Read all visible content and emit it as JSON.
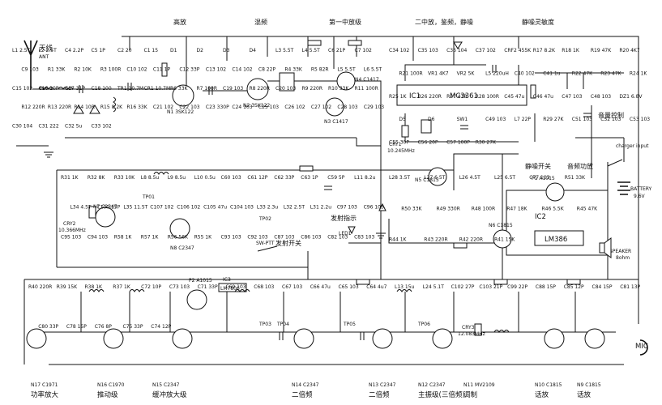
{
  "section_labels": {
    "high_freq": "高放",
    "mixer": "混频",
    "first_if": "第一中放级",
    "second_if": "二中放，鉴频，静噪",
    "squelch_sens": "静噪灵敏度",
    "antenna": "天线",
    "antenna_en": "ANT",
    "volume": "音量控制",
    "charger": "charger input",
    "squelch_switch": "静噪开关",
    "audio_amp": "音频功放",
    "battery": "BATTERY",
    "battery_v": "9.6V",
    "speaker": "SPEAKER",
    "speaker_ohm": "8ohm",
    "tx_indicator": "发射指示",
    "tx_switch": "发射开关",
    "sw_ptt": "SW-PTT",
    "mic": "MIC",
    "tp01": "TP01",
    "tp02": "TP02",
    "tp03": "TP03",
    "tp04": "TP04",
    "tp05": "TP05",
    "tp06": "TP06"
  },
  "ics": {
    "ic1": "IC1",
    "ic1_part": "MC3361",
    "ic2": "IC2",
    "ic2_part": "LM386",
    "ic3": "IC3",
    "ic3_part": "LM7806"
  },
  "transistors_top": {
    "n1": "N1 3SK122",
    "n2": "N2 3SK122",
    "n3": "N3 C1417",
    "n4": "N4 C1417",
    "n5": "N5 C1815",
    "n6": "N6 C1815",
    "n7": "N7 C2347",
    "n8": "N8 C2347",
    "p1": "P1 A1015",
    "p2": "P2 A1015",
    "cry1": "CRY1",
    "cry1_f": "10.245MHz",
    "cry2": "CRY2",
    "cry2_f": "10.366MHz",
    "cry3": "CRY3",
    "cry3_f": "12.083MHz",
    "led1": "LED1"
  },
  "bottom_labels": [
    {
      "part": "N17  C1971",
      "role": "功率放大"
    },
    {
      "part": "N16  C1970",
      "role": "推动级"
    },
    {
      "part": "N15  C2347",
      "role": "缓冲放大级"
    },
    {
      "part": "N14  C2347",
      "role": "二倍频"
    },
    {
      "part": "N13  C2347",
      "role": "二倍频"
    },
    {
      "part": "N12  C2347",
      "role": "主振级(三倍频)"
    },
    {
      "part": "N11  MV2109",
      "role": "调制"
    },
    {
      "part": "N10  C1815",
      "role": "话放"
    },
    {
      "part": "N9  C1815",
      "role": "话放"
    }
  ],
  "components": [
    "L1 2.5T",
    "L2 2.5T",
    "C4 2.2P",
    "C5 1P",
    "C2 20",
    "C1 15",
    "D1",
    "D2",
    "D3",
    "D4",
    "L3 5.5T",
    "L4 5.5T",
    "C6 21P",
    "C7 102",
    "C9 103",
    "R1 33K",
    "R2 10K",
    "R3 100R",
    "C10 102",
    "C11 1P",
    "C12 33P",
    "C13 102",
    "C14 102",
    "C8 22P",
    "R4 33K",
    "R5 82R",
    "L5 5.5T",
    "L6 5.5T",
    "C15 102",
    "C16 10P",
    "C17 31P",
    "C18 100",
    "TR1 10.7M",
    "CR1 10.7M",
    "R6 33K",
    "R7 100R",
    "C19 103",
    "R8 220R",
    "C20 103",
    "R9 220R",
    "R10 33K",
    "R11 100R",
    "R12 220R",
    "R13 220R",
    "R14 10R",
    "R15 8.2K",
    "R16 33K",
    "C21 102",
    "C22 103",
    "C23 330P",
    "C24 103",
    "C25 103",
    "C26 102",
    "C27 102",
    "C28 103",
    "C29 103",
    "C30 104",
    "C31 222",
    "C32 5u",
    "C33 102",
    "C34 102",
    "C35 103",
    "C36 104",
    "C37 102",
    "CRF2 455K",
    "R17 8.2K",
    "R18 1K",
    "R19 47K",
    "R20 4K7",
    "R21 100R",
    "VR1 4K7",
    "VR2 5K",
    "L5 220uH",
    "C40 102",
    "C41 1u",
    "R22 47K",
    "R23 47K",
    "R24 1K",
    "R25 1K",
    "R26 220R",
    "R27 47R",
    "R28 100R",
    "C45 47u",
    "C46 47u",
    "C47 103",
    "C48 103",
    "DZ1 6.8V",
    "D5",
    "D6",
    "SW1",
    "C49 103",
    "L7 22P",
    "R29 27K",
    "C51 103",
    "C52 103",
    "C53 103",
    "C55 30P",
    "C56 20P",
    "C57 100P",
    "R30 27K",
    "R31 1K",
    "R32 8K",
    "R33 10K",
    "L8 8.5u",
    "L9 8.5u",
    "L10 0.5u",
    "C60 103",
    "C61 12P",
    "C62 33P",
    "C63 1P",
    "C59 5P",
    "L11 8.2u",
    "L34 4.5T",
    "C100 15P",
    "L35 11.5T",
    "C107 102",
    "C106 102",
    "C105 47u",
    "C104 103",
    "L33 2.3u",
    "L32 2.5T",
    "L31 2.2u",
    "C97 103",
    "C96 103",
    "C95 103",
    "C94 103",
    "R58 1K",
    "R57 1K",
    "R56 56K",
    "R55 1K",
    "C93 103",
    "C92 103",
    "C87 103",
    "C86 103",
    "C82 103",
    "C83 103",
    "L28 3.5T",
    "L27 6.5T",
    "L26 4.5T",
    "L25 6.5T",
    "C77 103",
    "R51 33K",
    "R50 33K",
    "R49 330R",
    "R48 100R",
    "R47 18K",
    "R46 5.5K",
    "R45 47K",
    "R44 1K",
    "R43 220R",
    "R42 220R",
    "R41 15K",
    "R40 220R",
    "R39 15K",
    "R38 1K",
    "R37 1K",
    "C72 10P",
    "C73 103",
    "C71 33P",
    "C69 103",
    "C68 103",
    "C67 103",
    "C66 47u",
    "C65 103",
    "C64 4u7",
    "L13 15u",
    "L24 5.1T",
    "C102 27P",
    "C103 21P",
    "C99 22P",
    "C88 15P",
    "C85 12P",
    "C84 15P",
    "C81 13P",
    "C80 33P",
    "C78 15P",
    "C76 8P",
    "C75 33P",
    "C74 12P"
  ]
}
